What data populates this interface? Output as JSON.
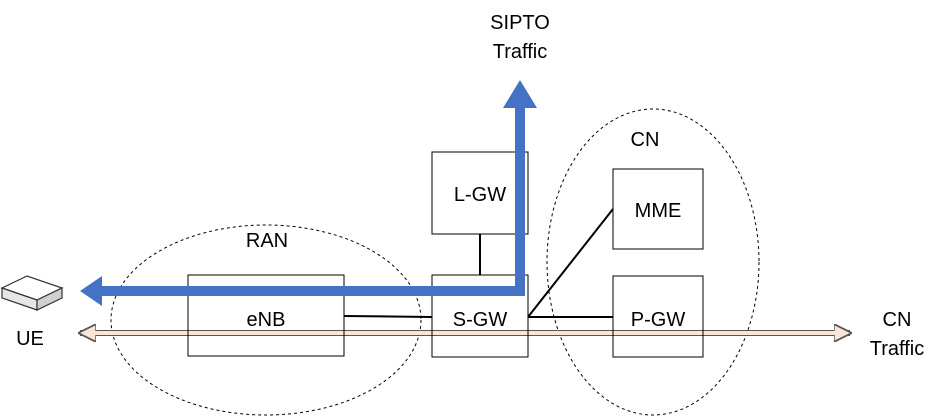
{
  "regions": {
    "ran": {
      "label": "RAN"
    },
    "cn": {
      "label": "CN"
    }
  },
  "nodes": {
    "ue": {
      "label": "UE",
      "icon": "router-device-icon"
    },
    "enb": {
      "label": "eNB"
    },
    "lgw": {
      "label": "L-GW"
    },
    "sgw": {
      "label": "S-GW"
    },
    "mme": {
      "label": "MME"
    },
    "pgw": {
      "label": "P-GW"
    }
  },
  "flows": {
    "sipto": {
      "label_line1": "SIPTO",
      "label_line2": "Traffic",
      "color": "#4472c4"
    },
    "cn": {
      "label_line1": "CN",
      "label_line2": "Traffic",
      "color": "#fbe5d6"
    }
  }
}
